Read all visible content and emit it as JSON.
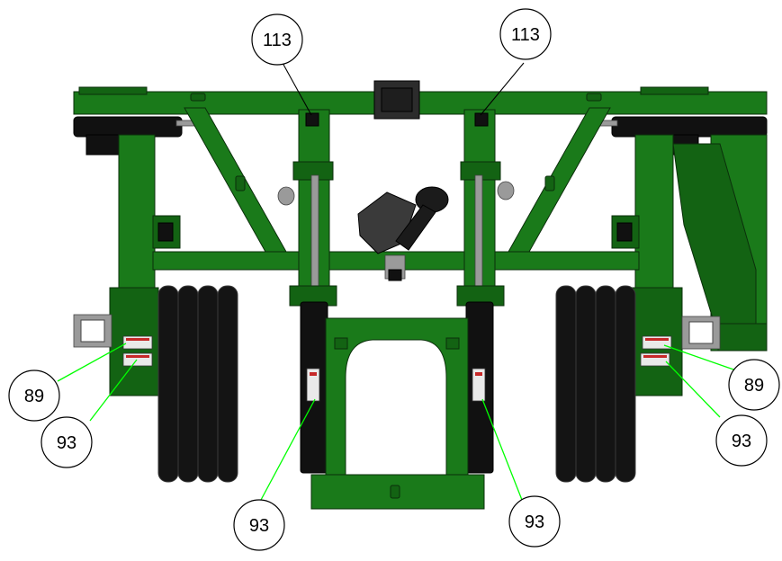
{
  "diagram": {
    "colors": {
      "frame_green": "#1a7a1a",
      "leader_green": "#00ff00",
      "tire_black": "#141414",
      "callout_outline": "#000000"
    },
    "callouts": [
      {
        "id": "c113-left",
        "label": "113"
      },
      {
        "id": "c113-right",
        "label": "113"
      },
      {
        "id": "c89-left",
        "label": "89"
      },
      {
        "id": "c93-left",
        "label": "93"
      },
      {
        "id": "c89-right",
        "label": "89"
      },
      {
        "id": "c93-right",
        "label": "93"
      },
      {
        "id": "c93-bottom-left",
        "label": "93"
      },
      {
        "id": "c93-bottom-right",
        "label": "93"
      }
    ]
  }
}
